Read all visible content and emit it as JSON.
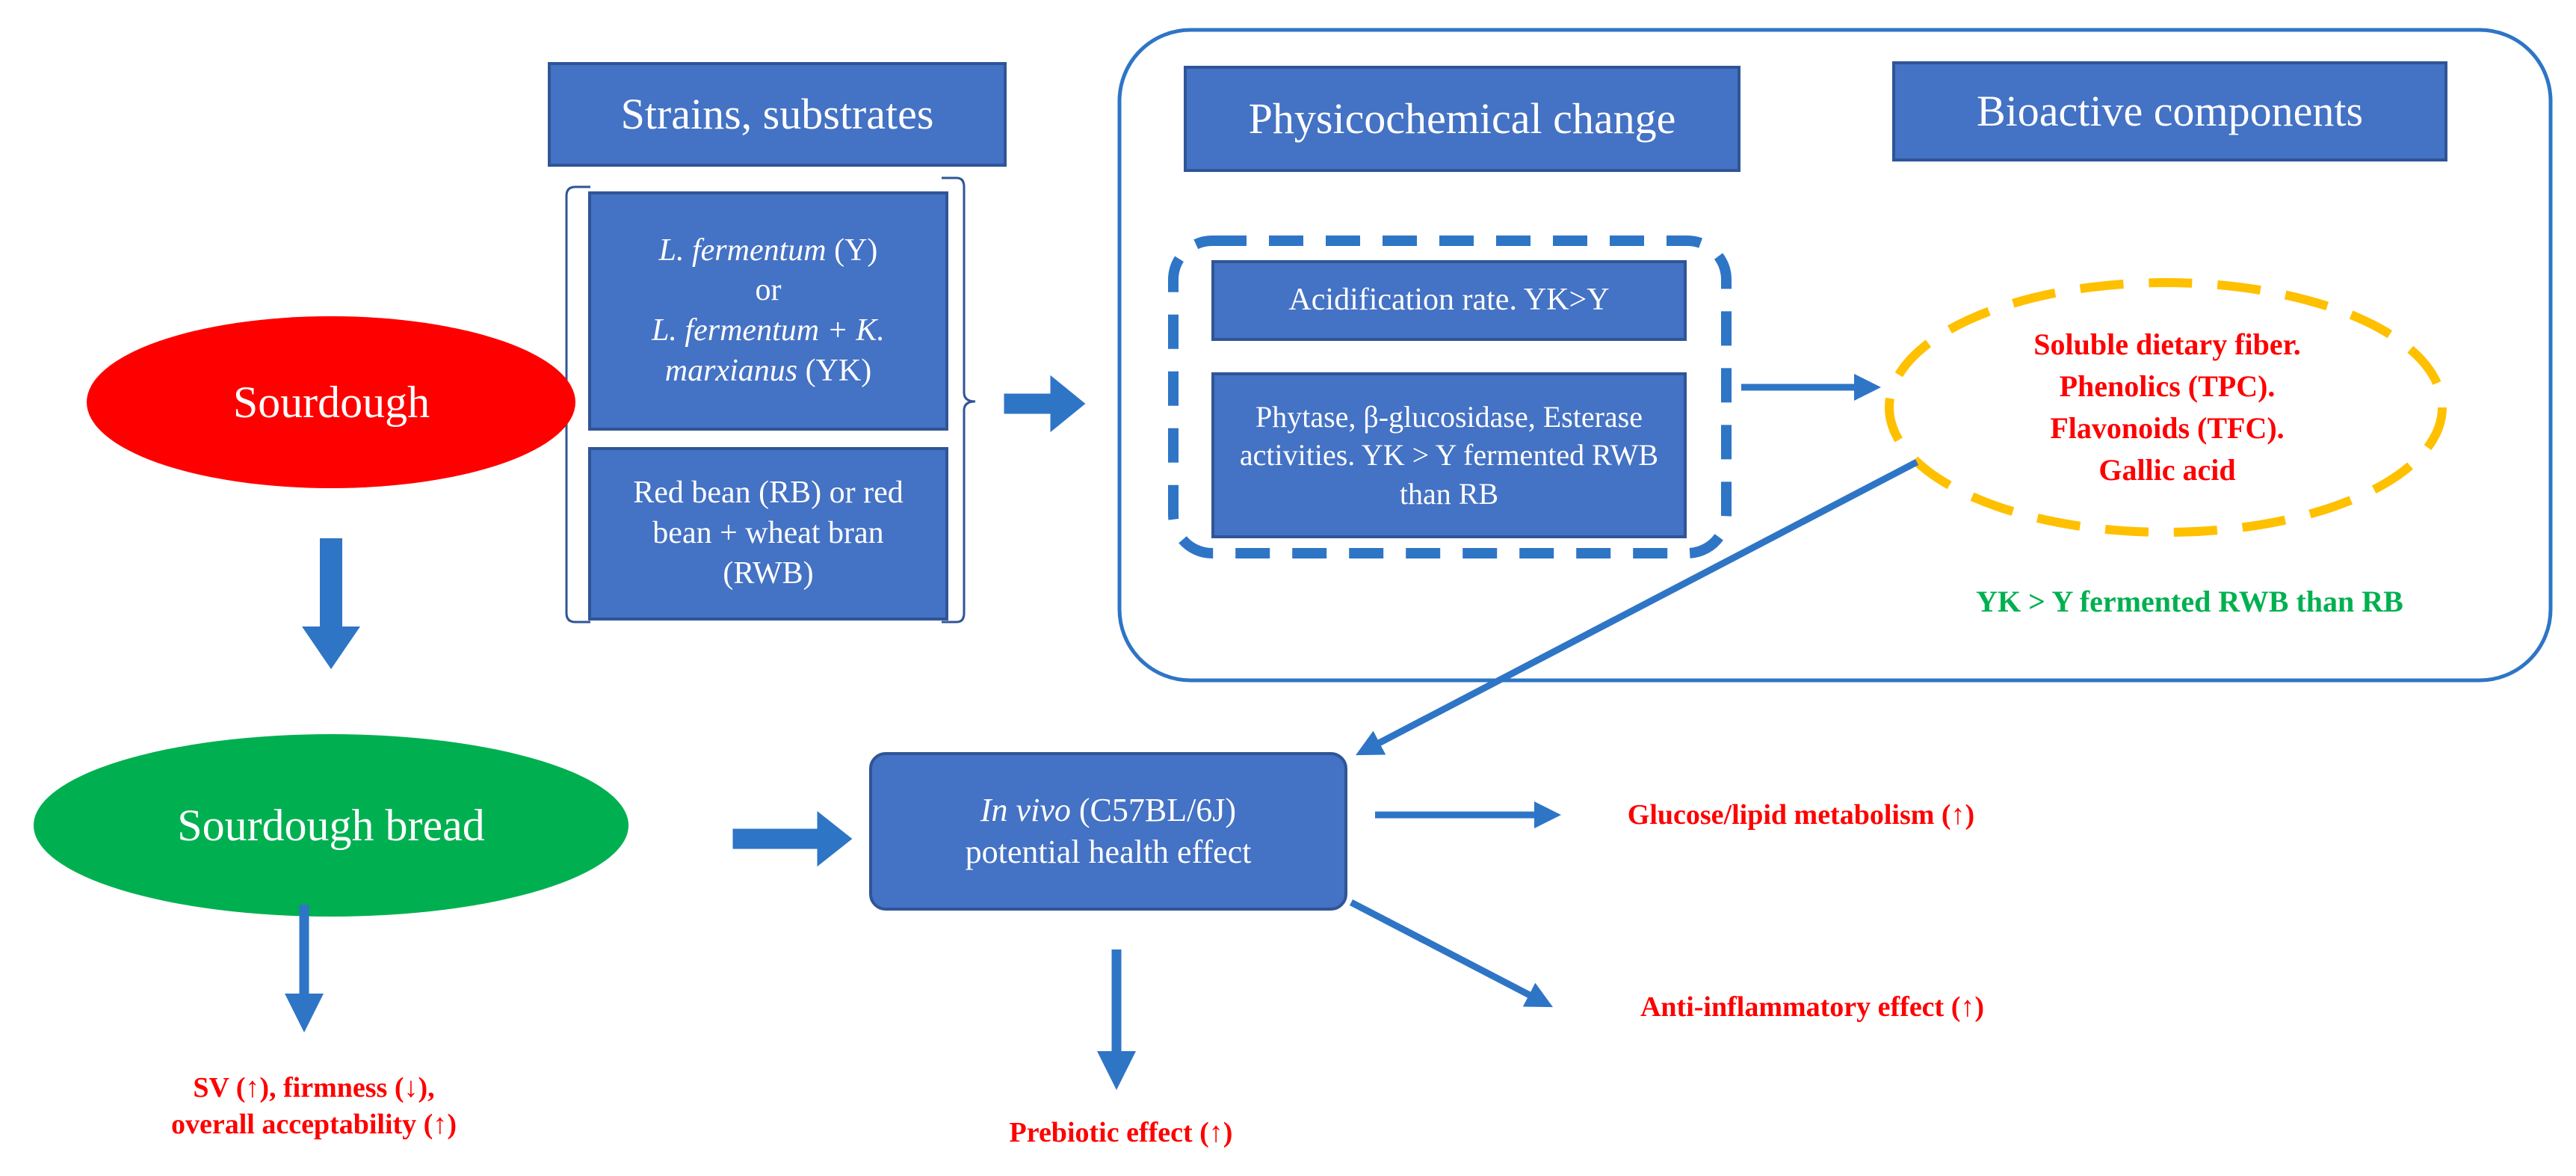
{
  "nodes": {
    "sourdough": "Sourdough",
    "sourdough_bread": "Sourdough bread",
    "strains_header": "Strains, substrates",
    "physico_header": "Physicochemical change",
    "bioactive_header": "Bioactive components",
    "strain_box": {
      "line1_italic": "L. fermentum",
      "line1_rest": " (Y)",
      "line2": "or",
      "line3_italic": "L. fermentum + K.",
      "line4_italic": "marxianus",
      "line4_rest": " (YK)"
    },
    "substrate_box": "Red bean (RB) or red bean + wheat bran (RWB)",
    "acidification": "Acidification rate. YK>Y",
    "enzymes": "Phytase, β-glucosidase, Esterase activities. YK > Y fermented RWB than RB",
    "bioactive_list": "Soluble dietary fiber. Phenolics (TPC). Flavonoids (TFC).  Gallic acid",
    "bioactive_note": "YK > Y fermented RWB than RB",
    "in_vivo": {
      "italic": "In vivo",
      "rest": " (C57BL/6J)",
      "line2": "potential health effect"
    }
  },
  "outcomes": {
    "bread_quality_line1": "SV (↑), firmness (↓),",
    "bread_quality_line2": "overall acceptability (↑)",
    "prebiotic": "Prebiotic effect (↑)",
    "glucose_lipid": "Glucose/lipid metabolism (↑)",
    "anti_inflammatory": "Anti-inflammatory effect (↑)"
  },
  "colors": {
    "box_fill": "#4472c4",
    "arrow_blue": "#2e75c6",
    "sourdough_fill": "#ff0000",
    "bread_fill": "#00b050",
    "outcome_red": "#ff0000",
    "note_green": "#00b050",
    "dashed_ellipse": "#ffc000"
  }
}
